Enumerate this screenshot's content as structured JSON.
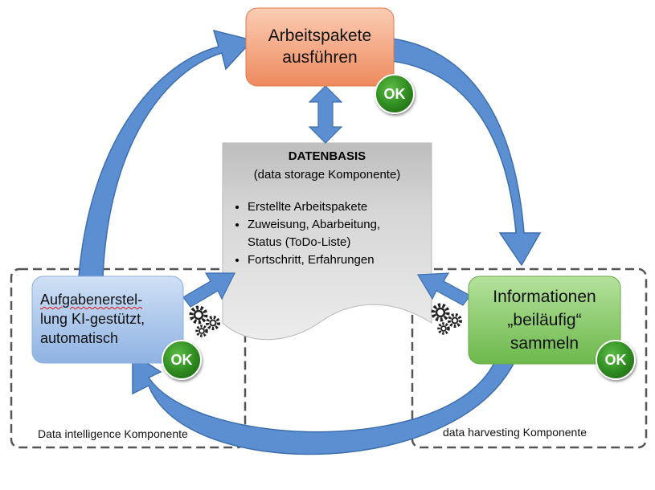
{
  "nodes": {
    "top": {
      "line1": "Arbeitspakete",
      "line2": "ausführen",
      "ok": "OK"
    },
    "left": {
      "line1": "Aufgabenerstel-",
      "line2": "lung KI-gestützt,",
      "line3": "automatisch",
      "ok": "OK"
    },
    "right": {
      "line1": "Informationen",
      "line2": "„beiläufig“",
      "line3": "sammeln",
      "ok": "OK"
    }
  },
  "datenbasis": {
    "title": "DATENBASIS",
    "subtitle": "(data storage Komponente)",
    "items": [
      "Erstellte Arbeitspakete",
      "Zuweisung, Abarbeitung,",
      "Status (ToDo-Liste)",
      "Fortschritt, Erfahrungen"
    ]
  },
  "components": {
    "left_label": "Data intelligence Komponente",
    "right_label": "data harvesting Komponente"
  },
  "colors": {
    "arrow_fill": "#5b8fd1",
    "arrow_stroke": "#3d6fae",
    "top_box": "#f2a07b",
    "left_box": "#a9c6ea",
    "right_box": "#8ccf6f",
    "datenbasis": "#cfcfcf"
  },
  "icons": [
    "gears-icon",
    "gears-icon"
  ]
}
